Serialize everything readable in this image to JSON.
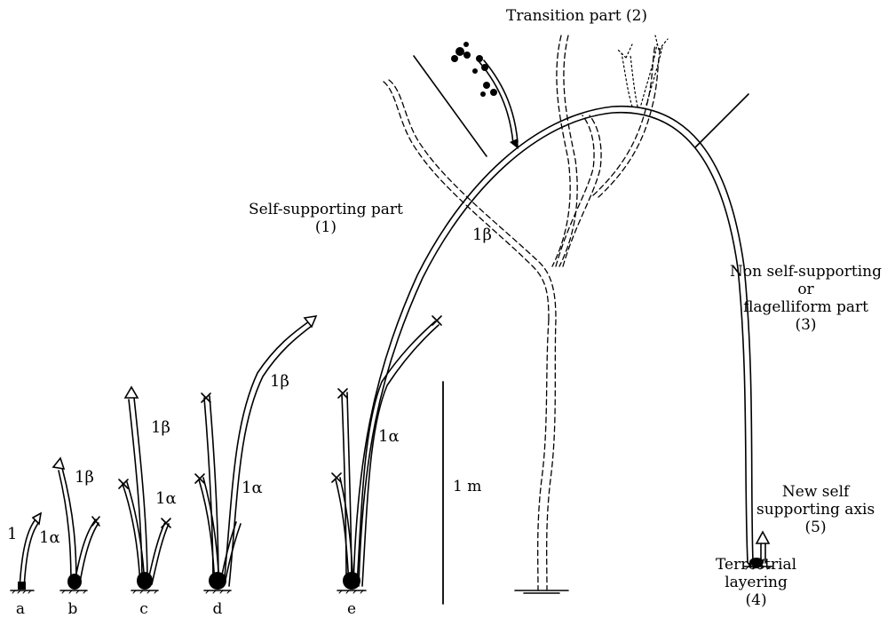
{
  "labels": {
    "transition": "Transition part (2)",
    "self_supporting": {
      "line1": "Self-supporting part",
      "line2": "(1)"
    },
    "non_self": {
      "line1": "Non self-supporting",
      "line2": "or",
      "line3": "flagelliform part",
      "line4": "(3)"
    },
    "new_axis": {
      "line1": "New self",
      "line2": "supporting axis",
      "line3": "(5)"
    },
    "terrestrial": {
      "line1": "Terrestrial",
      "line2": "layering",
      "line3": "(4)"
    },
    "scale": "1 m"
  },
  "axis_labels": {
    "a_1": "1",
    "b_1alpha": "1α",
    "b_1beta": "1β",
    "c_1beta": "1β",
    "c_1alpha": "1α",
    "d_1beta": "1β",
    "d_1alpha": "1α",
    "e_1alpha": "1α",
    "big_1beta": "1β"
  },
  "stages": [
    "a",
    "b",
    "c",
    "d",
    "e"
  ]
}
